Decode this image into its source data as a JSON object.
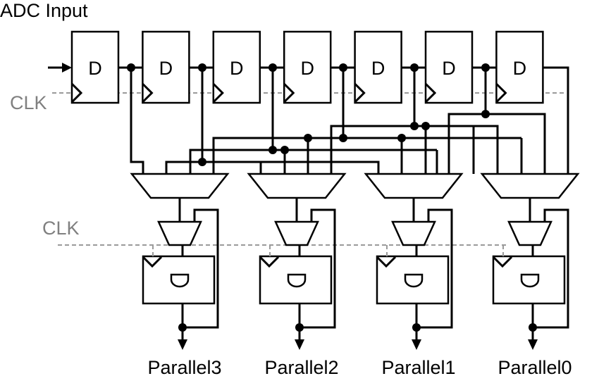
{
  "title": "ADC Input",
  "clock_label_top": "CLK",
  "clock_label_bottom": "CLK",
  "shift_register": {
    "stage_count": 7,
    "flipflop_label": "D"
  },
  "outputs": [
    "Parallel3",
    "Parallel2",
    "Parallel1",
    "Parallel0"
  ],
  "colors": {
    "wire": "#000000",
    "clock": "#9a9a9a",
    "clock_label": "#808080",
    "background": "#ffffff"
  }
}
